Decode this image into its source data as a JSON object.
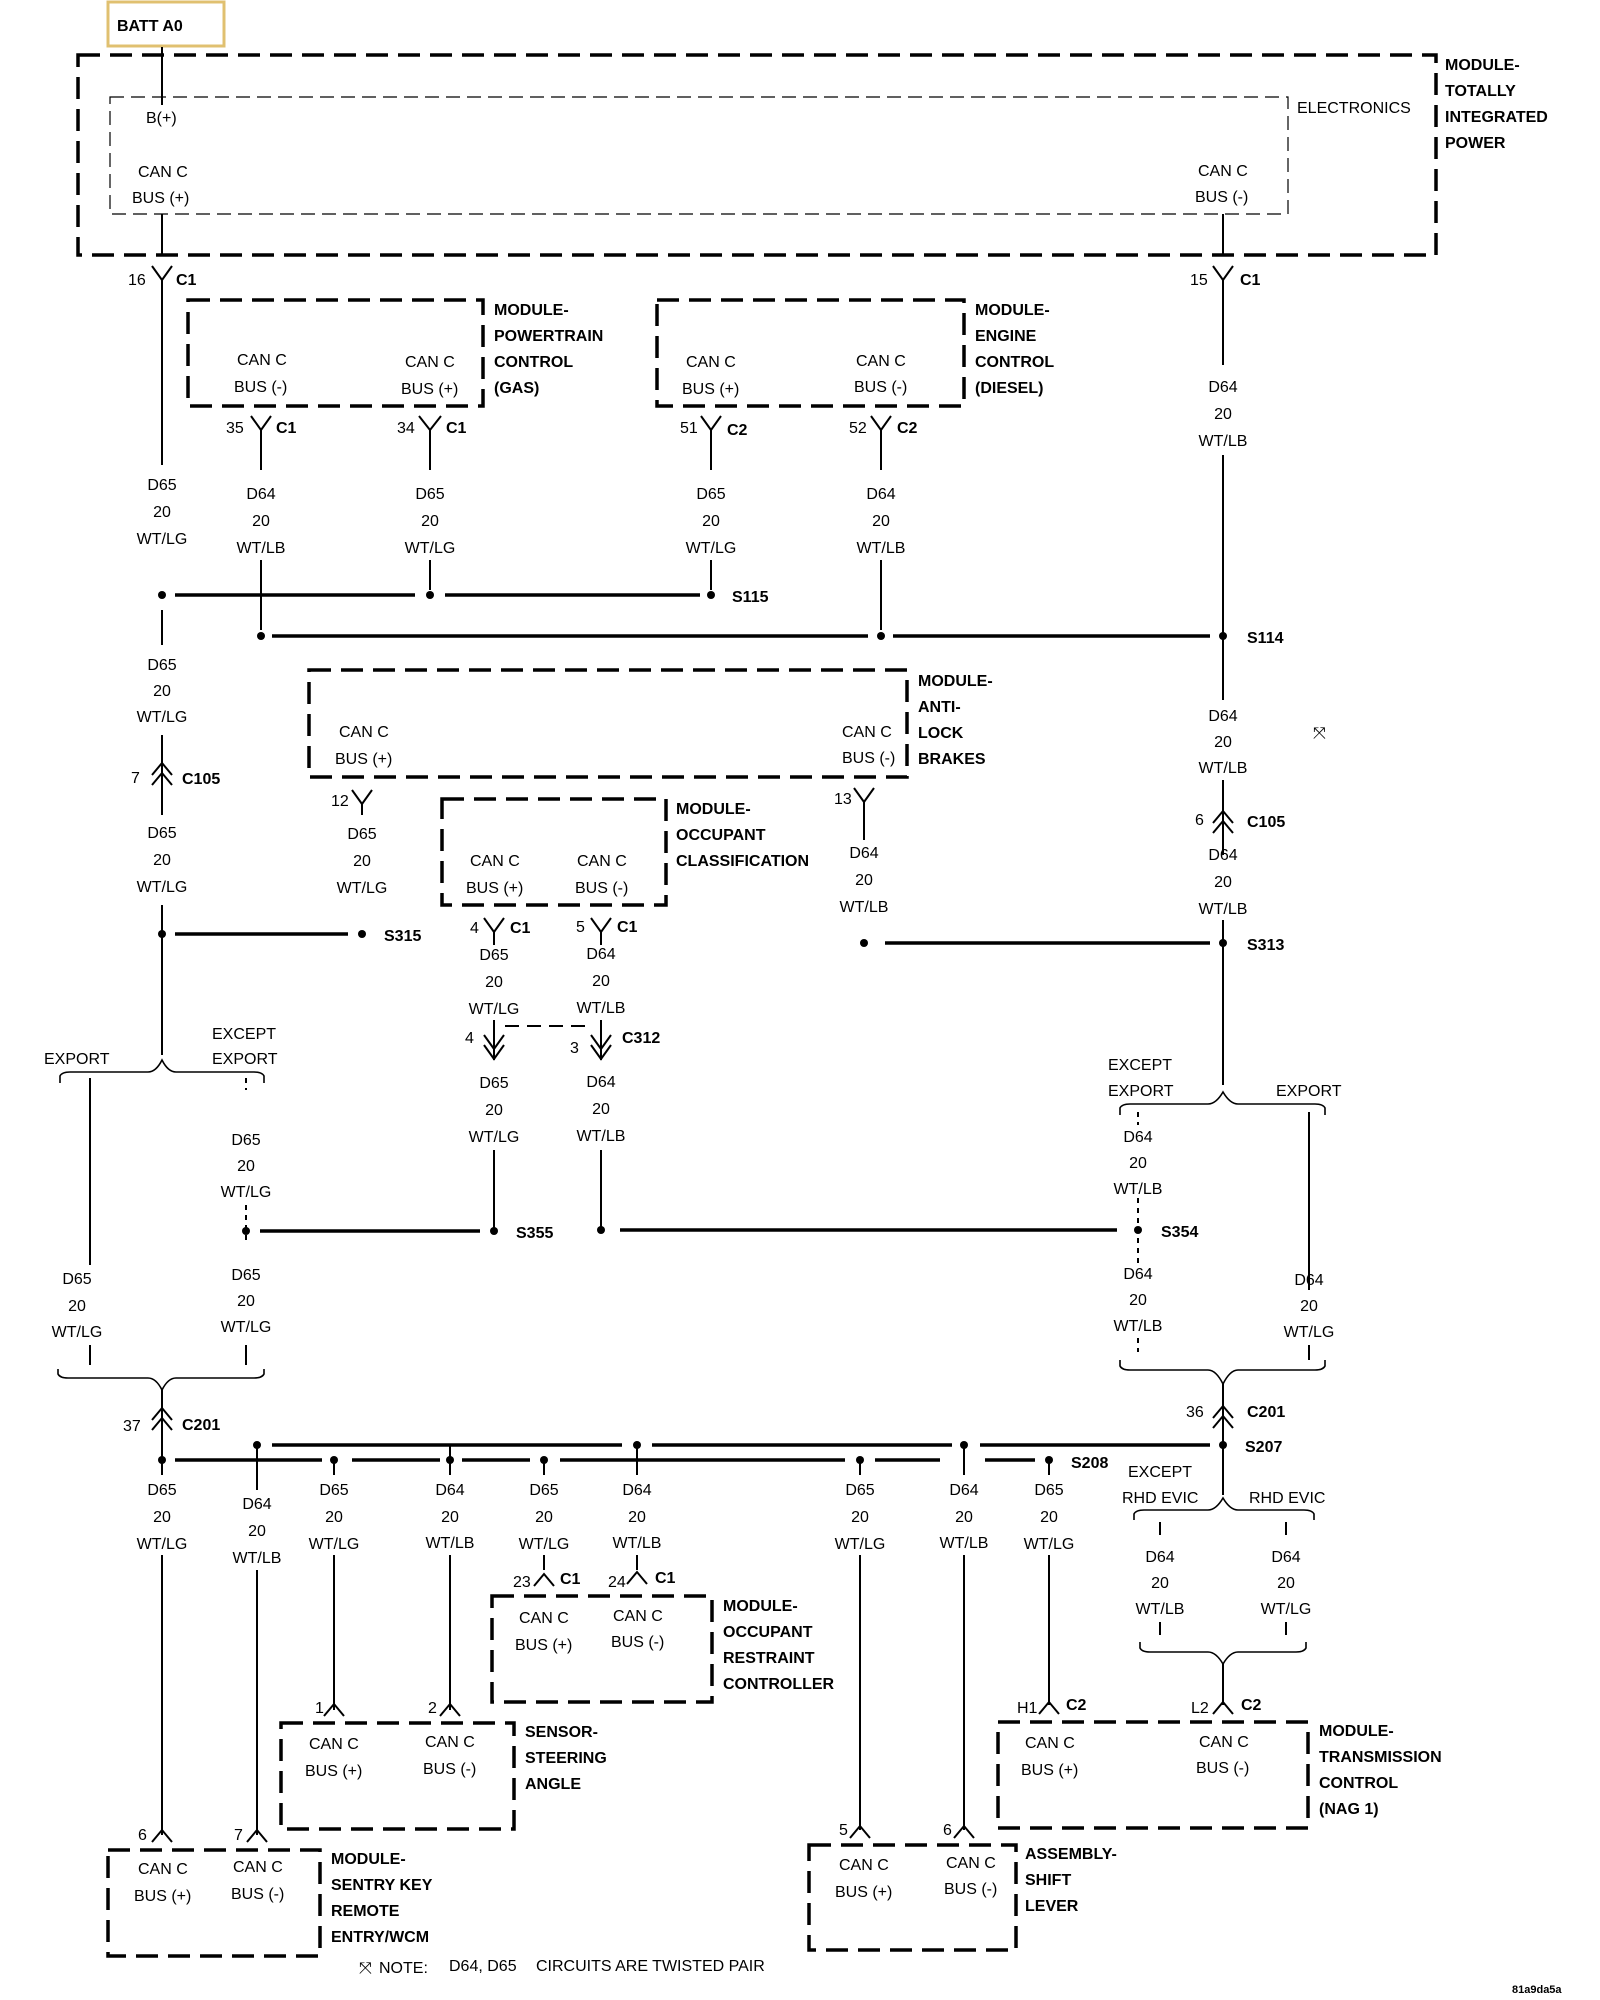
{
  "battery": {
    "label": "BATT A0"
  },
  "modules": {
    "tipm": {
      "lines": [
        "MODULE-",
        "TOTALLY",
        "INTEGRATED",
        "POWER"
      ],
      "electronics": "ELECTRONICS",
      "b_plus": "B(+)",
      "pin_a": [
        "CAN C",
        "BUS (+)"
      ],
      "pin_b": [
        "CAN C",
        "BUS (-)"
      ]
    },
    "pcm": {
      "lines": [
        "MODULE-",
        "POWERTRAIN",
        "CONTROL",
        "(GAS)"
      ],
      "pin_a": [
        "CAN C",
        "BUS (-)"
      ],
      "pin_b": [
        "CAN C",
        "BUS (+)"
      ]
    },
    "ecm": {
      "lines": [
        "MODULE-",
        "ENGINE",
        "CONTROL",
        "(DIESEL)"
      ],
      "pin_a": [
        "CAN C",
        "BUS (+)"
      ],
      "pin_b": [
        "CAN C",
        "BUS (-)"
      ]
    },
    "abs": {
      "lines": [
        "MODULE-",
        "ANTI-",
        "LOCK",
        "BRAKES"
      ],
      "pin_a": [
        "CAN C",
        "BUS (+)"
      ],
      "pin_b": [
        "CAN C",
        "BUS (-)"
      ]
    },
    "occ": {
      "lines": [
        "MODULE-",
        "OCCUPANT",
        "CLASSIFICATION"
      ],
      "pin_a": [
        "CAN C",
        "BUS (+)"
      ],
      "pin_b": [
        "CAN C",
        "BUS (-)"
      ]
    },
    "orc": {
      "lines": [
        "MODULE-",
        "OCCUPANT",
        "RESTRAINT",
        "CONTROLLER"
      ],
      "pin_a": [
        "CAN C",
        "BUS (+)"
      ],
      "pin_b": [
        "CAN C",
        "BUS (-)"
      ]
    },
    "sas": {
      "lines": [
        "SENSOR-",
        "STEERING",
        "ANGLE"
      ],
      "pin_a": [
        "CAN C",
        "BUS (+)"
      ],
      "pin_b": [
        "CAN C",
        "BUS (-)"
      ]
    },
    "tcm": {
      "lines": [
        "MODULE-",
        "TRANSMISSION",
        "CONTROL",
        "(NAG 1)"
      ],
      "pin_a": [
        "CAN C",
        "BUS (+)"
      ],
      "pin_b": [
        "CAN C",
        "BUS (-)"
      ]
    },
    "skreem": {
      "lines": [
        "MODULE-",
        "SENTRY KEY",
        "REMOTE",
        "ENTRY/WCM"
      ],
      "pin_a": [
        "CAN C",
        "BUS (+)"
      ],
      "pin_b": [
        "CAN C",
        "BUS (-)"
      ]
    },
    "shift": {
      "lines": [
        "ASSEMBLY-",
        "SHIFT",
        "LEVER"
      ],
      "pin_a": [
        "CAN C",
        "BUS (+)"
      ],
      "pin_b": [
        "CAN C",
        "BUS (-)"
      ]
    }
  },
  "wires": {
    "d65": [
      "D65",
      "20",
      "WT/LG"
    ],
    "d64": [
      "D64",
      "20",
      "WT/LB"
    ]
  },
  "connectors": {
    "c1": "C1",
    "c2": "C2",
    "c105": "C105",
    "c201": "C201",
    "c312": "C312",
    "pins": {
      "p16": "16",
      "p15": "15",
      "p35": "35",
      "p34": "34",
      "p51": "51",
      "p52": "52",
      "p12": "12",
      "p13": "13",
      "p7": "7",
      "p6": "6",
      "p4": "4",
      "p5": "5",
      "p3": "3",
      "p37": "37",
      "p36": "36",
      "p23": "23",
      "p24": "24",
      "p1": "1",
      "p2": "2",
      "h1": "H1",
      "l2": "L2"
    }
  },
  "splices": {
    "s115": "S115",
    "s114": "S114",
    "s315": "S315",
    "s313": "S313",
    "s355": "S355",
    "s354": "S354",
    "s207": "S207",
    "s208": "S208"
  },
  "options": {
    "export": "EXPORT",
    "except": "EXCEPT",
    "export2": "EXPORT",
    "rhd_evic": "RHD EVIC"
  },
  "note": {
    "symbol": "⤧",
    "label": "NOTE:",
    "circuits": "D64, D65",
    "text": "CIRCUITS ARE TWISTED PAIR"
  },
  "twist_symbol": "⤧",
  "diagram_id": "81a9da5a"
}
